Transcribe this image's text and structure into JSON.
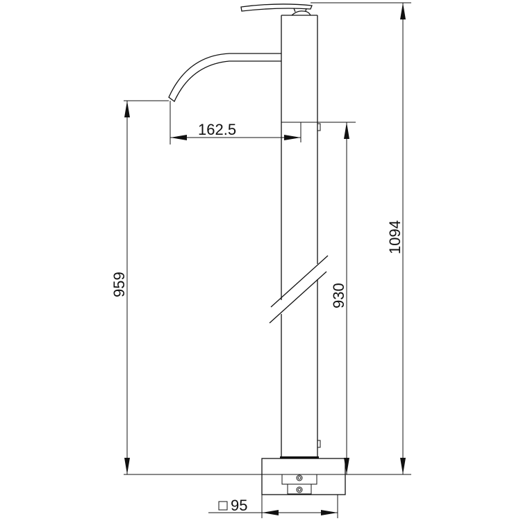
{
  "dimensions": {
    "spout_reach": "162.5",
    "spout_height": "959",
    "lever_height": "930",
    "total_height": "1094",
    "base_size": "95",
    "base_symbol": "□"
  }
}
